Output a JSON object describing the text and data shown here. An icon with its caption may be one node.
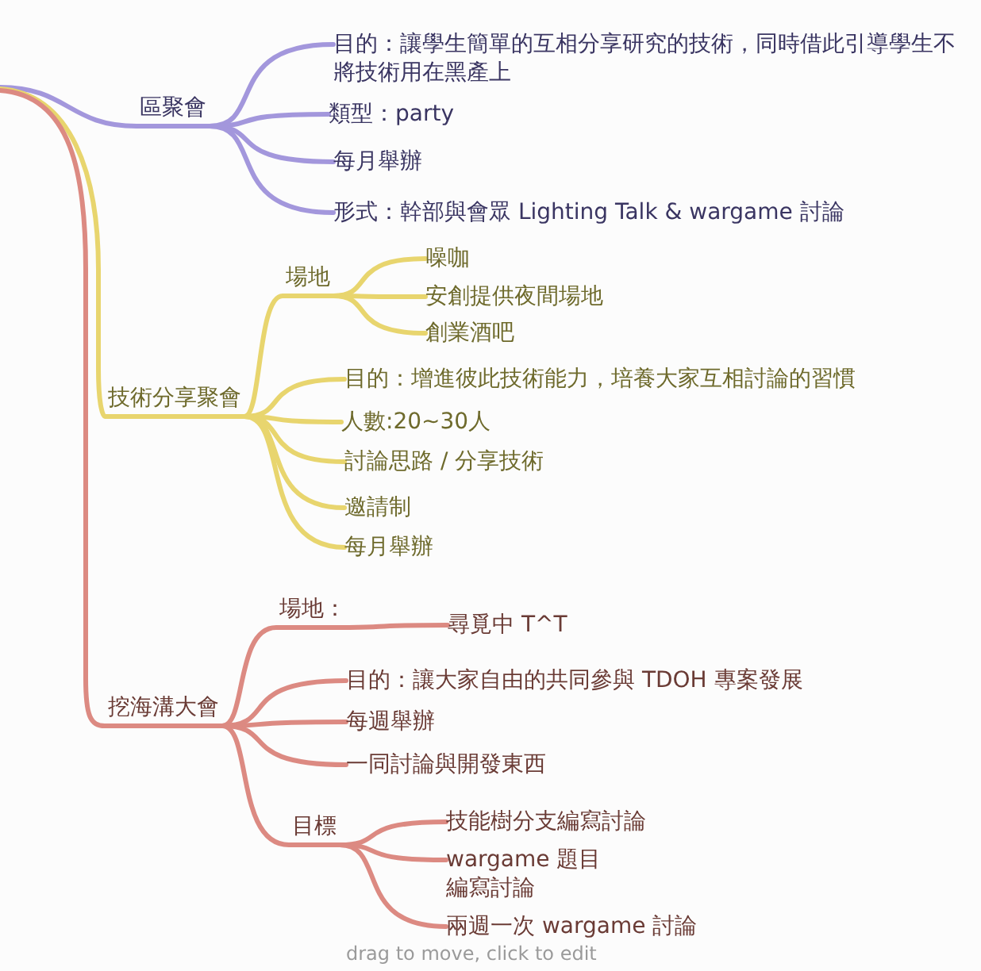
{
  "diagram": {
    "nodes": [
      {
        "text": [
          "區聚會"
        ]
      },
      {
        "text": [
          "目的：讓學生簡單的互相分享研究的技術，同時借此引導學生不將技術用在黑產上"
        ]
      },
      {
        "text": [
          "類型：party"
        ]
      },
      {
        "text": [
          "每月舉辦"
        ]
      },
      {
        "text": [
          "形式：幹部與會眾 Lighting Talk & wargame 討論"
        ]
      },
      {
        "text": [
          "技術分享聚會"
        ]
      },
      {
        "text": [
          "場地"
        ]
      },
      {
        "text": [
          "噪咖"
        ]
      },
      {
        "text": [
          "安創提供夜間場地"
        ]
      },
      {
        "text": [
          "創業酒吧"
        ]
      },
      {
        "text": [
          "目的：增進彼此技術能力，培養大家互相討論的習慣"
        ]
      },
      {
        "text": [
          "人數:20~30人"
        ]
      },
      {
        "text": [
          "討論思路 / 分享技術"
        ]
      },
      {
        "text": [
          "邀請制"
        ]
      },
      {
        "text": [
          "每月舉辦"
        ]
      },
      {
        "text": [
          "挖海溝大會"
        ]
      },
      {
        "text": [
          "場地："
        ]
      },
      {
        "text": [
          "尋覓中 T^T"
        ]
      },
      {
        "text": [
          "目的：讓大家自由的共同參與 TDOH 專案發展"
        ]
      },
      {
        "text": [
          "每週舉辦"
        ]
      },
      {
        "text": [
          "一同討論與開發東西"
        ]
      },
      {
        "text": [
          "目標"
        ]
      },
      {
        "text": [
          "技能樹分支編寫討論"
        ]
      },
      {
        "text": [
          "wargame 題目編寫討論"
        ]
      },
      {
        "text": [
          "兩週一次 wargame 討論"
        ]
      }
    ],
    "edges": [
      {
        "from": null,
        "to": 0,
        "arrow": "none",
        "color": "#a397dc"
      },
      {
        "from": 0,
        "to": 1,
        "arrow": "none",
        "color": "#a397dc"
      },
      {
        "from": 0,
        "to": 2,
        "arrow": "none",
        "color": "#a397dc"
      },
      {
        "from": 0,
        "to": 3,
        "arrow": "none",
        "color": "#a397dc"
      },
      {
        "from": 0,
        "to": 4,
        "arrow": "none",
        "color": "#a397dc"
      },
      {
        "from": null,
        "to": 5,
        "arrow": "none"
      },
      {
        "from": 5,
        "to": 6,
        "arrow": "none"
      },
      {
        "from": 6,
        "to": 7,
        "arrow": "none"
      },
      {
        "from": 6,
        "to": 8,
        "arrow": "none"
      },
      {
        "from": 6,
        "to": 9,
        "arrow": "none"
      },
      {
        "from": 5,
        "to": 10,
        "arrow": "none"
      },
      {
        "from": 5,
        "to": 11,
        "arrow": "none"
      },
      {
        "from": 5,
        "to": 12,
        "arrow": "none"
      },
      {
        "from": 5,
        "to": 13,
        "arrow": "none"
      },
      {
        "from": 5,
        "to": 14,
        "arrow": "none"
      },
      {
        "from": null,
        "to": 15,
        "arrow": "none",
        "color": "#dc8a82"
      },
      {
        "from": 15,
        "to": 16,
        "arrow": "none",
        "color": "#dc8a82"
      },
      {
        "from": 16,
        "to": 17,
        "arrow": "none",
        "color": "#dc8a82"
      },
      {
        "from": 15,
        "to": 18,
        "arrow": "none",
        "color": "#dc8a82"
      },
      {
        "from": 15,
        "to": 19,
        "arrow": "none",
        "color": "#dc8a82"
      },
      {
        "from": 15,
        "to": 20,
        "arrow": "none",
        "color": "#dc8a82"
      },
      {
        "from": 15,
        "to": 21,
        "arrow": "none",
        "color": "#dc8a82"
      },
      {
        "from": 21,
        "to": 22,
        "arrow": "none",
        "color": "#dc8a82"
      },
      {
        "from": 21,
        "to": 23,
        "arrow": "none",
        "color": "#dc8a82"
      },
      {
        "from": 21,
        "to": 24,
        "arrow": "none",
        "color": "#dc8a82"
      }
    ],
    "labels": [
      "drag to move, click to edit"
    ]
  }
}
